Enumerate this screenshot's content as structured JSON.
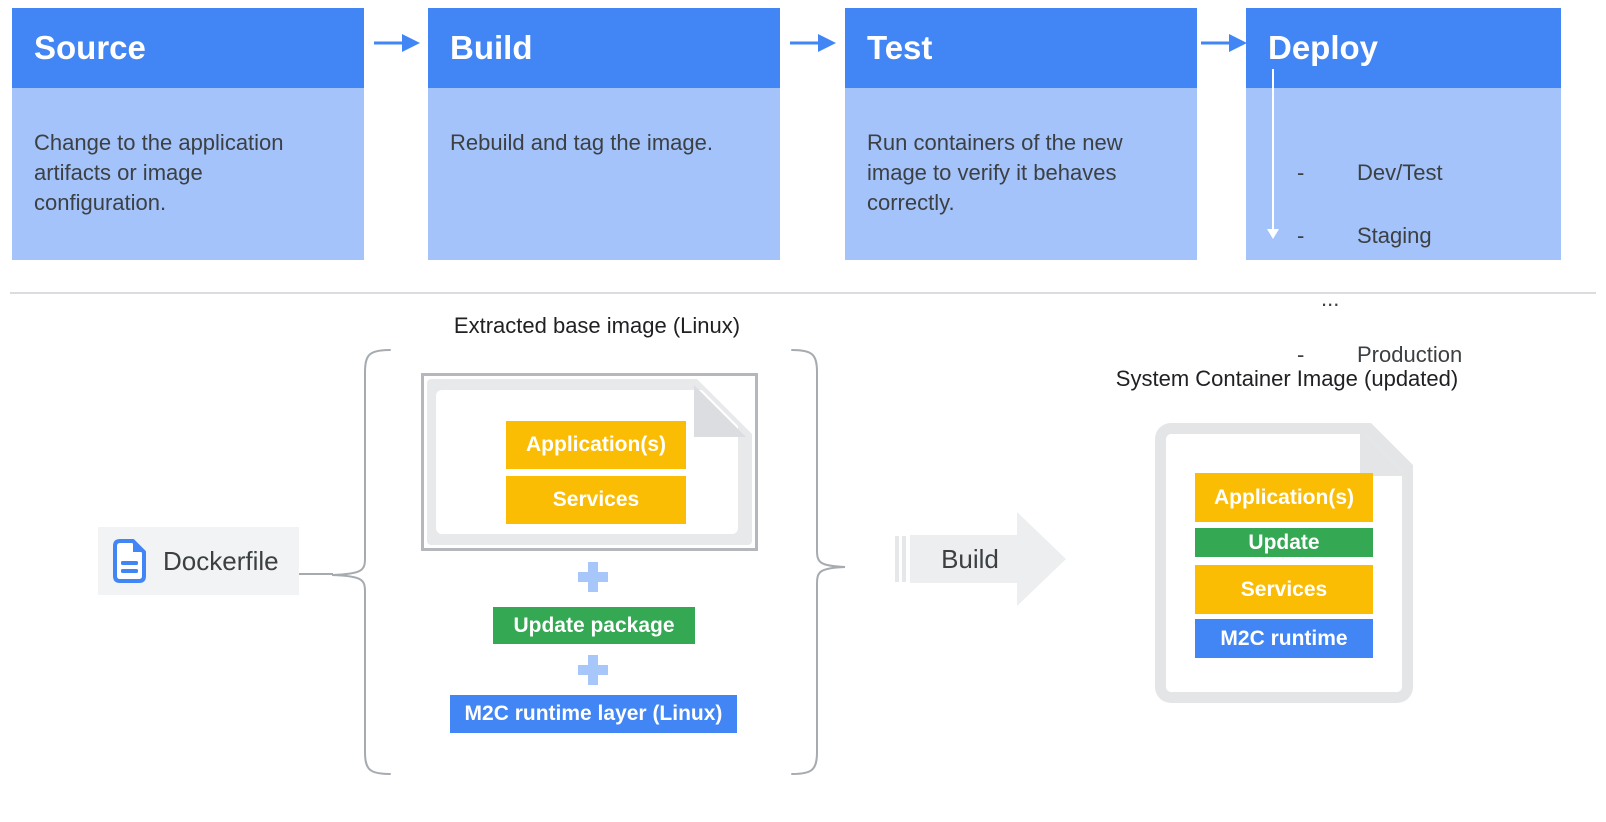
{
  "pipeline": {
    "stages": [
      {
        "title": "Source",
        "description": "Change to the application\nartifacts or image\nconfiguration."
      },
      {
        "title": "Build",
        "description": "Rebuild and tag the image."
      },
      {
        "title": "Test",
        "description": "Run containers of the new\nimage to verify it behaves\ncorrectly."
      },
      {
        "title": "Deploy",
        "items": [
          {
            "marker": "-",
            "label": "Dev/Test"
          },
          {
            "marker": "-",
            "label": "Staging"
          },
          {
            "marker": "",
            "label": "..."
          },
          {
            "marker": "-",
            "label": "Production"
          }
        ]
      }
    ]
  },
  "flow": {
    "extracted_title": "Extracted base image (Linux)",
    "dockerfile_label": "Dockerfile",
    "base_image_layers": [
      "Application(s)",
      "Services"
    ],
    "update_package_label": "Update package",
    "runtime_layer_label": "M2C runtime layer (Linux)",
    "build_label": "Build"
  },
  "result": {
    "title": "System Container Image (updated)",
    "layers": [
      {
        "label": "Application(s)",
        "color": "#FBBC04"
      },
      {
        "label": "Update",
        "color": "#34A853"
      },
      {
        "label": "Services",
        "color": "#FBBC04"
      },
      {
        "label": "M2C runtime",
        "color": "#4285F4"
      }
    ]
  },
  "icons": {
    "stage_arrow": "right-arrow",
    "deploy_flow_arrow": "down-arrow",
    "plus": "plus",
    "dockerfile": "blue-document",
    "build_arrow": "right-block-arrow"
  },
  "colors": {
    "blue": "#4285F4",
    "light_blue": "#A4C3FA",
    "yellow": "#FBBC04",
    "green": "#34A853",
    "plus_blue": "#A7C7FA",
    "text_dark": "#3C4043",
    "gray_fill": "#E8E9EB",
    "divider": "#DADCE0"
  }
}
